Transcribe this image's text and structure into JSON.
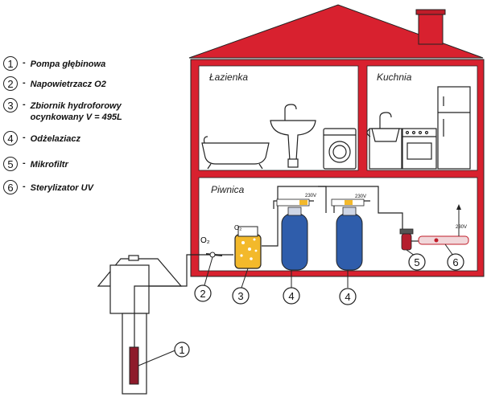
{
  "legend": [
    {
      "num": "1",
      "dash": "-",
      "text": "Pompa głębinowa"
    },
    {
      "num": "2",
      "dash": "-",
      "text": "Napowietrzacz O2"
    },
    {
      "num": "3",
      "dash": "-",
      "text": "Zbiornik hydroforowy\nocynkowany V = 495L"
    },
    {
      "num": "4",
      "dash": "-",
      "text": "Odżelaziacz"
    },
    {
      "num": "5",
      "dash": "-",
      "text": "Mikrofiltr"
    },
    {
      "num": "6",
      "dash": "-",
      "text": "Sterylizator UV"
    }
  ],
  "rooms": {
    "bathroom": "Łazienka",
    "kitchen": "Kuchnia",
    "basement": "Piwnica"
  },
  "labels": {
    "o2_pipe": "O₂",
    "o2_tank": "O₂",
    "v230_a": "230V",
    "v230_b": "230V",
    "v230_c": "230V"
  },
  "callouts": {
    "c1": "1",
    "c2": "2",
    "c3": "3",
    "c4a": "4",
    "c4b": "4",
    "c5": "5",
    "c6": "6"
  },
  "colors": {
    "house_red": "#d8212f",
    "tank_blue": "#2f5dab",
    "water_yellow": "#f3b92b",
    "pump_red": "#8e1b2b"
  }
}
